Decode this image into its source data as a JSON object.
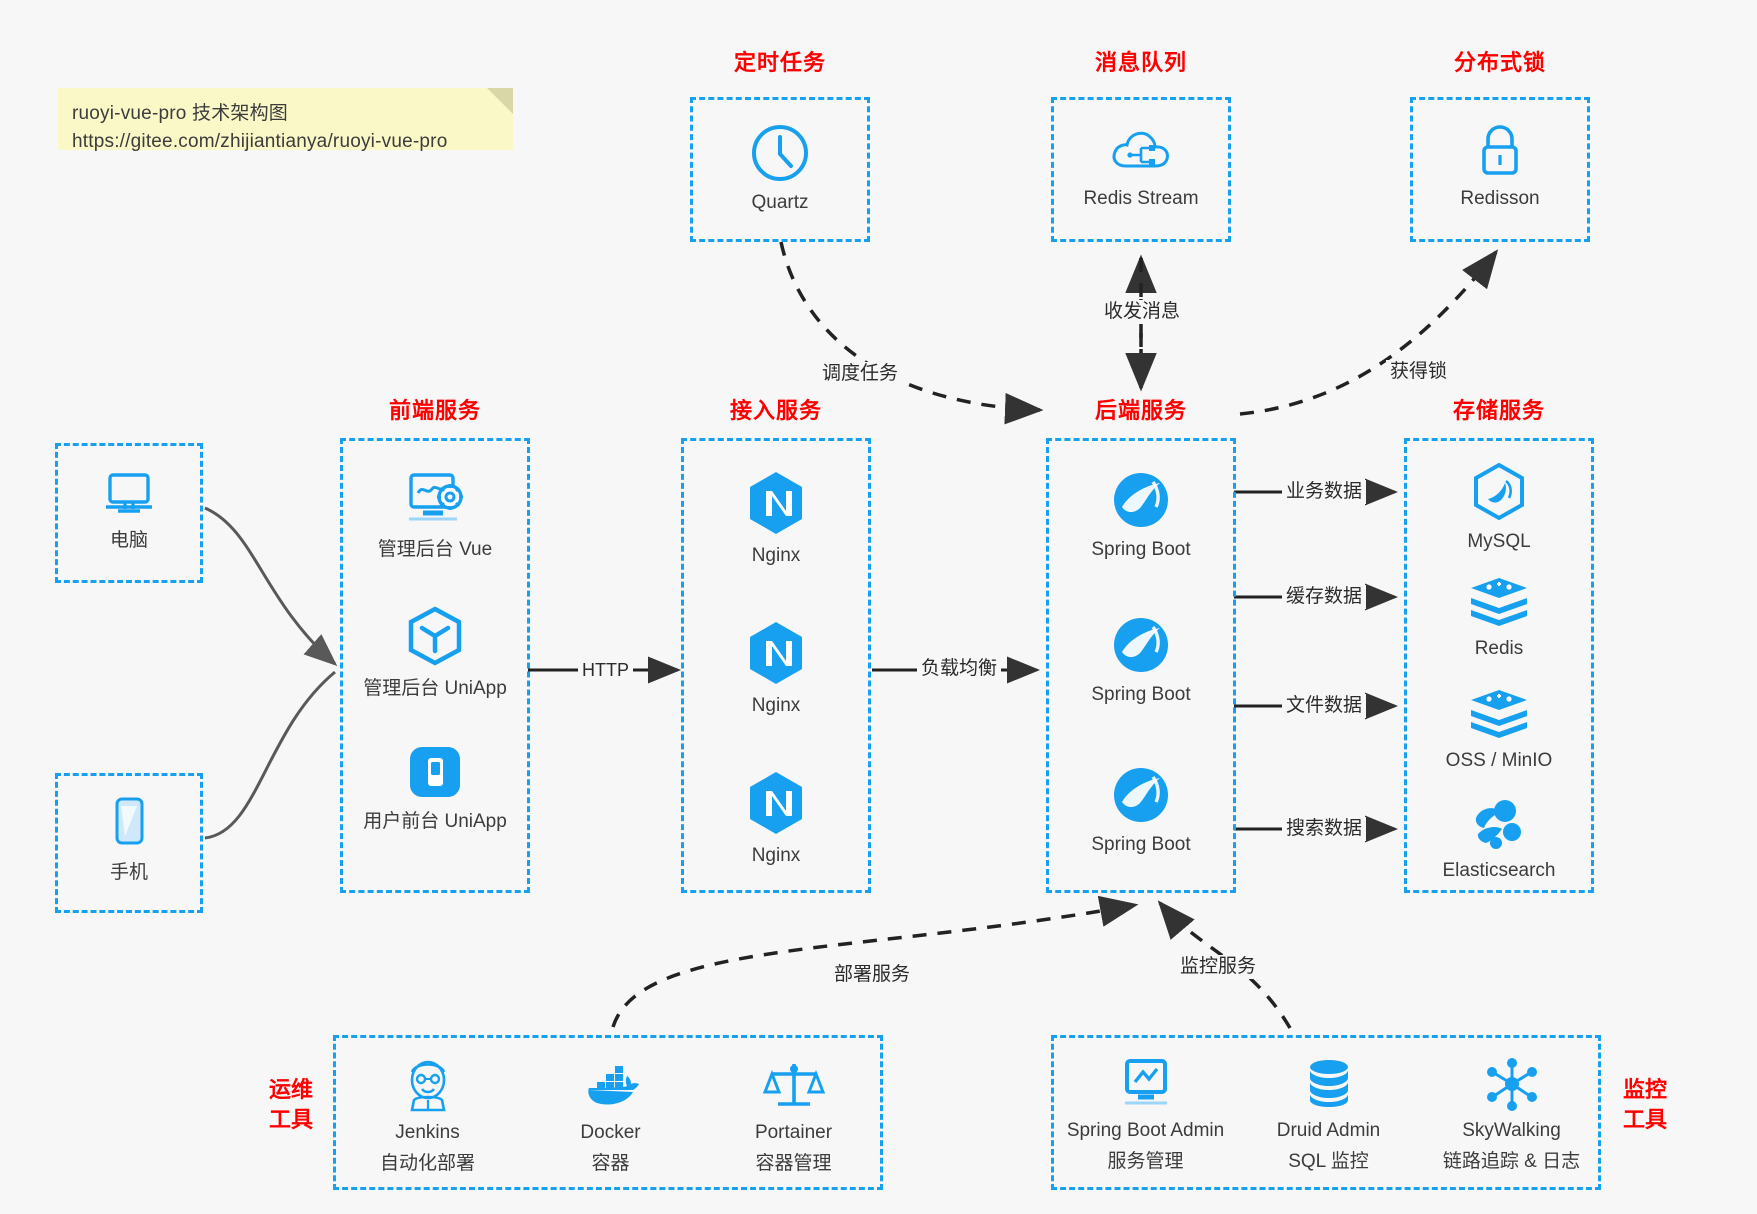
{
  "note": {
    "line1": "ruoyi-vue-pro 技术架构图",
    "line2": "https://gitee.com/zhijiantianya/ruoyi-vue-pro"
  },
  "colors": {
    "accent": "#18a0f0",
    "title": "#ff0000",
    "text": "#3c3c3c",
    "background": "#f7f7f7",
    "note_bg": "#fbf8c8",
    "arrow": "#333333",
    "curve": "#595959"
  },
  "groups": {
    "scheduler": {
      "title": "定时任务",
      "items": [
        {
          "label": "Quartz",
          "icon": "clock-icon"
        }
      ]
    },
    "mq": {
      "title": "消息队列",
      "items": [
        {
          "label": "Redis Stream",
          "icon": "cloud-stream-icon"
        }
      ]
    },
    "lock": {
      "title": "分布式锁",
      "items": [
        {
          "label": "Redisson",
          "icon": "lock-icon"
        }
      ]
    },
    "clients": {
      "items": [
        {
          "label": "电脑",
          "icon": "desktop-icon"
        },
        {
          "label": "手机",
          "icon": "mobile-icon"
        }
      ]
    },
    "frontend": {
      "title": "前端服务",
      "items": [
        {
          "label": "管理后台 Vue",
          "icon": "dashboard-gear-icon"
        },
        {
          "label": "管理后台 UniApp",
          "icon": "hexagon-cube-icon"
        },
        {
          "label": "用户前台 UniApp",
          "icon": "app-phone-icon"
        }
      ]
    },
    "gateway": {
      "title": "接入服务",
      "items": [
        {
          "label": "Nginx",
          "icon": "nginx-icon"
        },
        {
          "label": "Nginx",
          "icon": "nginx-icon"
        },
        {
          "label": "Nginx",
          "icon": "nginx-icon"
        }
      ]
    },
    "backend": {
      "title": "后端服务",
      "items": [
        {
          "label": "Spring Boot",
          "icon": "spring-leaf-icon"
        },
        {
          "label": "Spring Boot",
          "icon": "spring-leaf-icon"
        },
        {
          "label": "Spring Boot",
          "icon": "spring-leaf-icon"
        }
      ]
    },
    "storage": {
      "title": "存储服务",
      "items": [
        {
          "label": "MySQL",
          "icon": "mysql-dolphin-icon"
        },
        {
          "label": "Redis",
          "icon": "redis-stack-icon"
        },
        {
          "label": "OSS / MinIO",
          "icon": "redis-stack-icon"
        },
        {
          "label": "Elasticsearch",
          "icon": "elasticsearch-icon"
        }
      ]
    },
    "devops": {
      "title": "运维\n工具",
      "title_line1": "运维",
      "title_line2": "工具",
      "items": [
        {
          "label": "Jenkins",
          "sublabel": "自动化部署",
          "icon": "jenkins-butler-icon"
        },
        {
          "label": "Docker",
          "sublabel": "容器",
          "icon": "docker-whale-icon"
        },
        {
          "label": "Portainer",
          "sublabel": "容器管理",
          "icon": "portainer-scale-icon"
        }
      ]
    },
    "monitor": {
      "title_line1": "监控",
      "title_line2": "工具",
      "items": [
        {
          "label": "Spring Boot Admin",
          "sublabel": "服务管理",
          "icon": "monitor-chart-icon"
        },
        {
          "label": "Druid Admin",
          "sublabel": "SQL 监控",
          "icon": "database-icon"
        },
        {
          "label": "SkyWalking",
          "sublabel": "链路追踪 & 日志",
          "icon": "skywalking-node-icon"
        }
      ]
    }
  },
  "edges": {
    "http": "HTTP",
    "load_balance": "负载均衡",
    "schedule_task": "调度任务",
    "send_receive_message": "收发消息",
    "acquire_lock": "获得锁",
    "business_data": "业务数据",
    "cache_data": "缓存数据",
    "file_data": "文件数据",
    "search_data": "搜索数据",
    "deploy_service": "部署服务",
    "monitor_service": "监控服务"
  }
}
